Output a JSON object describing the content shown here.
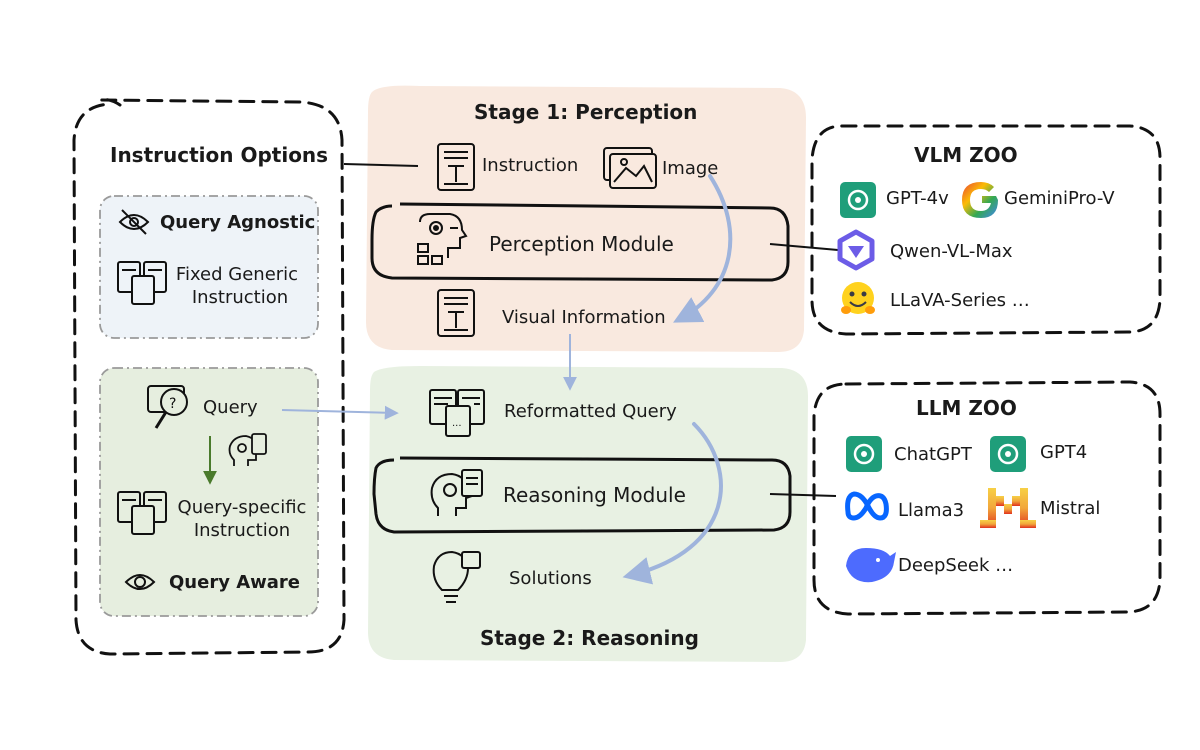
{
  "stage1": {
    "title": "Stage 1: Perception",
    "instruction_label": "Instruction",
    "image_label": "Image",
    "module_label": "Perception Module",
    "visual_info_label": "Visual Information"
  },
  "stage2": {
    "title": "Stage 2: Reasoning",
    "reformatted_label": "Reformatted Query",
    "module_label": "Reasoning Module",
    "solutions_label": "Solutions"
  },
  "instruction_options": {
    "title": "Instruction Options",
    "agnostic": {
      "title": "Query Agnostic",
      "line1": "Fixed Generic",
      "line2": "Instruction"
    },
    "aware": {
      "query_label": "Query",
      "line1": "Query-specific",
      "line2": "Instruction",
      "title": "Query Aware"
    }
  },
  "vlm_zoo": {
    "title": "VLM ZOO",
    "items": [
      {
        "label": "GPT-4v",
        "icon": "openai-icon"
      },
      {
        "label": "GeminiPro-V",
        "icon": "google-icon"
      },
      {
        "label": "Qwen-VL-Max",
        "icon": "qwen-icon"
      },
      {
        "label": "LLaVA-Series …",
        "icon": "huggingface-icon"
      }
    ]
  },
  "llm_zoo": {
    "title": "LLM ZOO",
    "items": [
      {
        "label": "ChatGPT",
        "icon": "openai-icon"
      },
      {
        "label": "GPT4",
        "icon": "openai-icon"
      },
      {
        "label": "Llama3",
        "icon": "meta-icon"
      },
      {
        "label": "Mistral",
        "icon": "mistral-icon"
      },
      {
        "label": "DeepSeek …",
        "icon": "deepseek-icon"
      }
    ]
  },
  "colors": {
    "stage1_bg": "#f9e9df",
    "stage2_bg": "#e8f1e3",
    "agnostic_bg": "#eef3f8",
    "aware_bg": "#e6eedf",
    "arrow": "#9fb4dc",
    "down_arrow": "#4a7a2c",
    "openai_green": "#1f9e7a"
  }
}
